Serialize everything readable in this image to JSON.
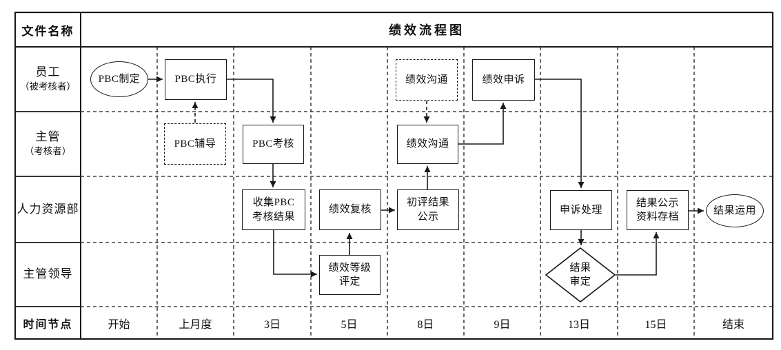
{
  "page": {
    "background": "#ffffff",
    "line_color": "#1a1a1a"
  },
  "header": {
    "doc_label": "文件名称",
    "title": "绩效流程图"
  },
  "swimlanes": [
    {
      "id": "employee",
      "lines": [
        "员工",
        "（被考核者）"
      ]
    },
    {
      "id": "supervisor",
      "lines": [
        "主管",
        "（考核者）"
      ]
    },
    {
      "id": "hr",
      "lines": [
        "人力资源部"
      ]
    },
    {
      "id": "leadership",
      "lines": [
        "主管领导"
      ]
    }
  ],
  "timeline": {
    "label": "时间节点",
    "ticks": [
      "开始",
      "上月度",
      "3日",
      "5日",
      "8日",
      "9日",
      "13日",
      "15日",
      "结束"
    ]
  },
  "nodes": {
    "pbc_plan": {
      "shape": "ellipse",
      "lane": "employee",
      "lines": [
        "PBC制定"
      ]
    },
    "pbc_execute": {
      "shape": "rect",
      "lane": "employee",
      "lines": [
        "PBC执行"
      ]
    },
    "perf_comm_employee": {
      "shape": "rect-dashed",
      "lane": "employee",
      "lines": [
        "绩效沟通"
      ]
    },
    "perf_appeal": {
      "shape": "rect",
      "lane": "employee",
      "lines": [
        "绩效申诉"
      ]
    },
    "pbc_coach": {
      "shape": "rect-dashed",
      "lane": "supervisor",
      "lines": [
        "PBC辅导"
      ]
    },
    "pbc_assess": {
      "shape": "rect",
      "lane": "supervisor",
      "lines": [
        "PBC考核"
      ]
    },
    "perf_comm_supervisor": {
      "shape": "rect",
      "lane": "supervisor",
      "lines": [
        "绩效沟通"
      ]
    },
    "collect_results": {
      "shape": "rect",
      "lane": "hr",
      "lines": [
        "收集PBC",
        "考核结果"
      ]
    },
    "perf_review": {
      "shape": "rect",
      "lane": "hr",
      "lines": [
        "绩效复核"
      ]
    },
    "initial_publicity": {
      "shape": "rect",
      "lane": "hr",
      "lines": [
        "初评结果",
        "公示"
      ]
    },
    "appeal_handling": {
      "shape": "rect",
      "lane": "hr",
      "lines": [
        "申诉处理"
      ]
    },
    "result_publicity_archive": {
      "shape": "rect",
      "lane": "hr",
      "lines": [
        "结果公示",
        "资料存档"
      ]
    },
    "result_apply": {
      "shape": "ellipse",
      "lane": "hr",
      "lines": [
        "结果运用"
      ]
    },
    "grade_rating": {
      "shape": "rect",
      "lane": "leadership",
      "lines": [
        "绩效等级",
        "评定"
      ]
    },
    "result_approval": {
      "shape": "diamond",
      "lane": "leadership",
      "lines": [
        "结果",
        "审定"
      ]
    }
  },
  "edges": [
    {
      "from": "pbc_plan",
      "to": "pbc_execute",
      "style": "solid"
    },
    {
      "from": "pbc_execute",
      "to": "pbc_assess",
      "style": "solid"
    },
    {
      "from": "pbc_coach",
      "to": "pbc_execute",
      "style": "dashed"
    },
    {
      "from": "pbc_assess",
      "to": "collect_results",
      "style": "solid"
    },
    {
      "from": "collect_results",
      "to": "grade_rating",
      "style": "solid"
    },
    {
      "from": "grade_rating",
      "to": "perf_review",
      "style": "solid"
    },
    {
      "from": "perf_review",
      "to": "initial_publicity",
      "style": "solid"
    },
    {
      "from": "initial_publicity",
      "to": "perf_comm_supervisor",
      "style": "solid"
    },
    {
      "from": "perf_comm_employee",
      "to": "perf_comm_supervisor",
      "style": "dashed"
    },
    {
      "from": "perf_comm_supervisor",
      "to": "perf_appeal",
      "style": "solid"
    },
    {
      "from": "perf_appeal",
      "to": "appeal_handling",
      "style": "solid"
    },
    {
      "from": "appeal_handling",
      "to": "result_approval",
      "style": "solid"
    },
    {
      "from": "result_approval",
      "to": "result_publicity_archive",
      "style": "solid"
    },
    {
      "from": "result_publicity_archive",
      "to": "result_apply",
      "style": "solid"
    }
  ]
}
